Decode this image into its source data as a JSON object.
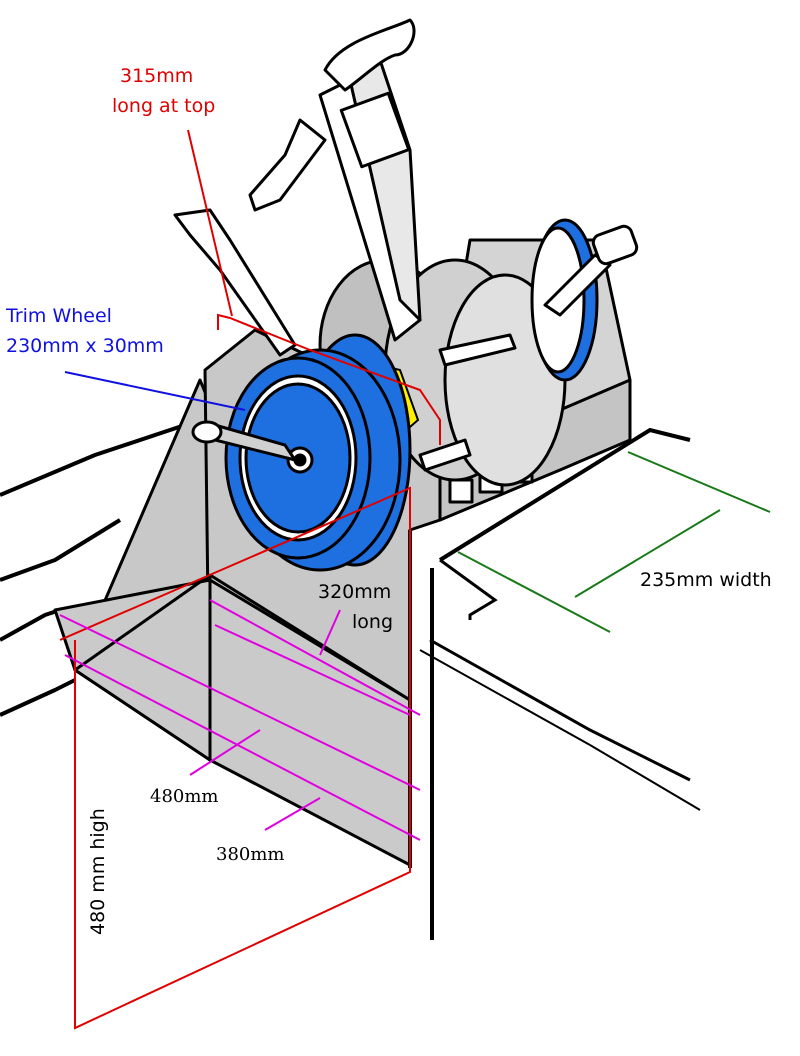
{
  "labels": {
    "top_length_line1": "315mm",
    "top_length_line2": "long at top",
    "trim_wheel_line1": "Trim Wheel",
    "trim_wheel_line2": "230mm x 30mm",
    "width": "235mm width",
    "side_length_line1": "320mm",
    "side_length_line2": "long",
    "base_480": "480mm",
    "base_380": "380mm",
    "height": "480 mm high"
  },
  "colors": {
    "top_length": "#e00000",
    "trim_wheel": "#1010e0",
    "width": "#1a7a1a",
    "dimension_lines": "#e000e0",
    "body_gray": "#c8c8c8",
    "wheel_blue": "#1e6fe0",
    "yellow_band": "#ffee00",
    "outline": "#000000",
    "text": "#000000"
  }
}
